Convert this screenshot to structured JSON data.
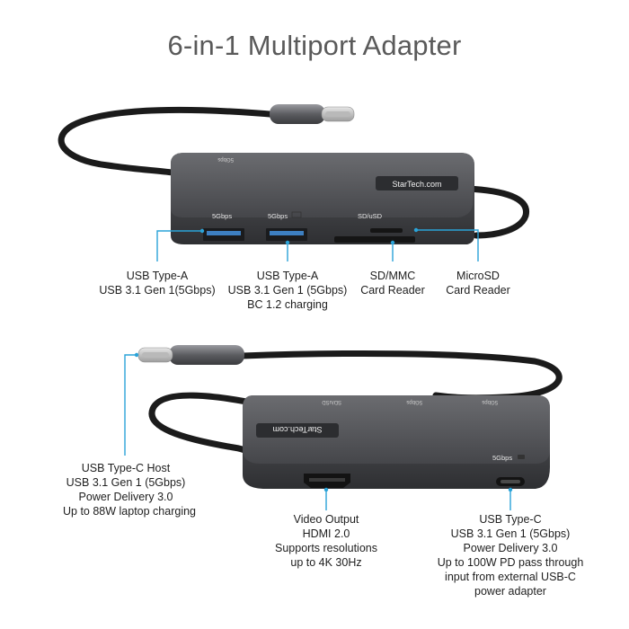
{
  "title": "6-in-1 Multiport Adapter",
  "brand": "StarTech.com",
  "colors": {
    "accent": "#2aa3d8",
    "body": "#4e4f52",
    "cable": "#1b1b1b"
  },
  "top_view": {
    "port_markings": {
      "usb_a1": "5Gbps",
      "usb_a2": "5Gbps",
      "card": "SD/uSD",
      "usb_c": "5Gbps"
    },
    "callouts": {
      "usb_a1": [
        "USB Type-A",
        "USB 3.1 Gen 1(5Gbps)"
      ],
      "usb_a2": [
        "USB Type-A",
        "USB 3.1 Gen 1 (5Gbps)",
        "BC 1.2 charging"
      ],
      "sd": [
        "SD/MMC",
        "Card Reader"
      ],
      "microsd": [
        "MicroSD",
        "Card Reader"
      ]
    }
  },
  "bottom_view": {
    "port_markings": {
      "card": "SD/uSD",
      "usb_a2": "5Gbps",
      "usb_a1": "5Gbps",
      "usb_c": "5Gbps"
    },
    "callouts": {
      "host": [
        "USB Type-C Host",
        "USB 3.1 Gen 1 (5Gbps)",
        "Power Delivery 3.0",
        "Up to 88W laptop charging"
      ],
      "hdmi": [
        "Video Output",
        "HDMI 2.0",
        "Supports resolutions",
        "up to 4K 30Hz"
      ],
      "usbc": [
        "USB Type-C",
        "USB 3.1 Gen 1 (5Gbps)",
        "Power Delivery 3.0",
        "Up to 100W PD pass through",
        "input from external USB-C",
        "power adapter"
      ]
    }
  }
}
